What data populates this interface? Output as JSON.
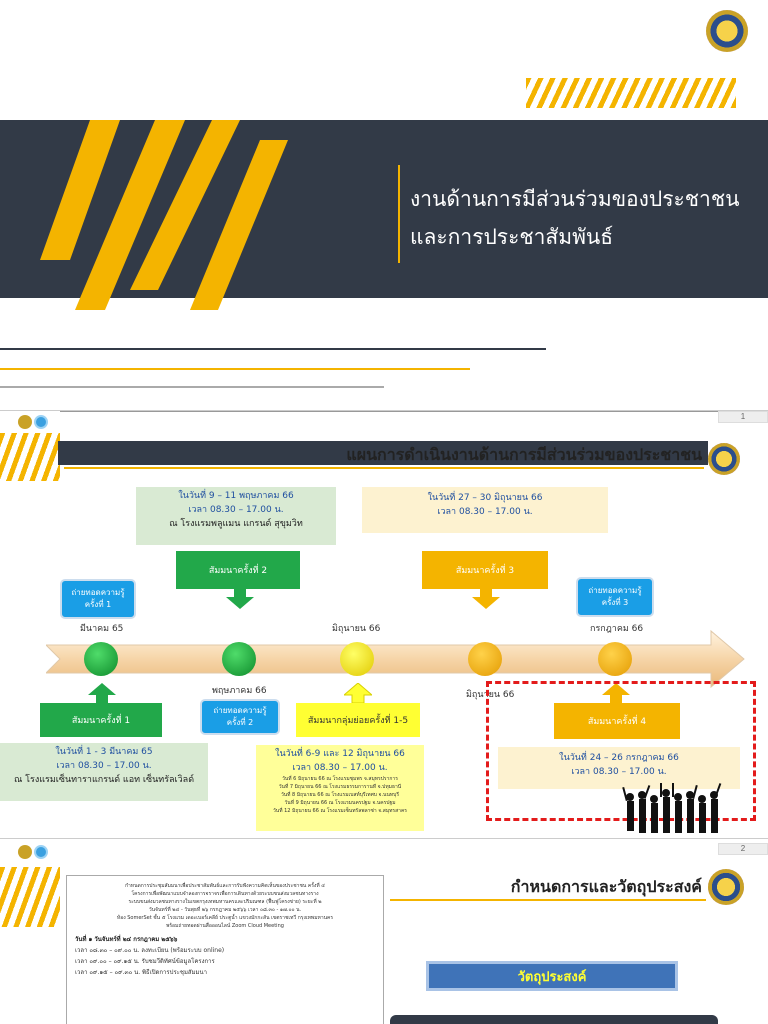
{
  "slide1": {
    "title_line1": "งานด้านการมีส่วนร่วมของประชาชน",
    "title_line2": "และการประชาสัมพันธ์",
    "colors": {
      "band": "#323a47",
      "accent": "#f4b400"
    }
  },
  "slide2": {
    "page_number": "1",
    "title": "แผนการดำเนินงานด้านการมีส่วนร่วมของประชาชน",
    "months": {
      "mar": "มีนาคม 65",
      "may": "พฤษภาคม 66",
      "jun_top": "มิถุนายน 66",
      "jun_bottom": "มิถุนายน 66",
      "jul": "กรกฎาคม 66"
    },
    "events": {
      "workshop1_label": "สัมมนาครั้งที่ 1",
      "workshop1_date": "ในวันที่ 1 - 3 มีนาคม 65",
      "workshop1_time": "เวลา 08.30 – 17.00 น.",
      "workshop1_place": "ณ โรงแรมเซ็นทาราแกรนด์ แอท เซ็นทรัลเวิลด์",
      "workshop2_label": "สัมมนาครั้งที่ 2",
      "workshop2_date": "ในวันที่ 9 – 11 พฤษภาคม 66",
      "workshop2_time": "เวลา 08.30 – 17.00 น.",
      "workshop2_place": "ณ โรงแรมพลูแมน แกรนด์ สุขุมวิท",
      "workshop3_label": "สัมมนาครั้งที่ 3",
      "workshop3_date": "ในวันที่ 27 – 30 มิถุนายน 66",
      "workshop3_time": "เวลา 08.30 – 17.00 น.",
      "workshop4_label": "สัมมนาครั้งที่ 4",
      "workshop4_date": "ในวันที่ 24 – 26 กรกฎาคม 66",
      "workshop4_time": "เวลา 08.30 – 17.00 น.",
      "subgroup_label": "สัมมนากลุ่มย่อยครั้งที่ 1-5",
      "subgroup_date": "ในวันที่ 6-9 และ 12 มิถุนายน 66",
      "subgroup_time": "เวลา 08.30 – 17.00 น.",
      "subgroup_details": [
        "วันที่ 6 มิถุนายน 66 ณ โรงแรมชุมพร จ.สมุทรปราการ",
        "วันที่ 7 มิถุนายน 66 ณ โรงแรมธรรมการานที จ.ปทุมธานี",
        "วันที่ 8 มิถุนายน 66 ณ โรงแรมเบสท์บุรีเทศบ จ.นนทบุรี",
        "วันที่ 9 มิถุนายน 66 ณ โรงแรมนครปฐม จ.นครปฐม",
        "วันที่ 12 มิถุนายน 66 ณ โรงแรมเซ็นทรัลพลาซ่า จ.สมุทรสาคร"
      ],
      "transfer1_line1": "ถ่ายทอดความรู้",
      "transfer1_line2": "ครั้งที่ 1",
      "transfer2_line1": "ถ่ายทอดความรู้",
      "transfer2_line2": "ครั้งที่ 2",
      "transfer3_line1": "ถ่ายทอดความรู้",
      "transfer3_line2": "ครั้งที่ 3"
    }
  },
  "slide3": {
    "page_number": "2",
    "title": "กำหนดการและวัตถุประสงค์",
    "objective_label": "วัตถุประสงค์",
    "doc_header": [
      "กำหนดการประชุมสัมมนาเพื่อประชาสัมพันธ์และการรับฟังความคิดเห็นของประชาชน ครั้งที่ ๔",
      "โครงการเพื่อพัฒนาแบบจำลองการจราจรเพื่อการเดินทางด้วยระบบขนส่งมวลชนทางราง",
      "ระบบขนส่งมวลชนทางรางในเขตกรุงเทพมหานครและปริมณฑล (ฟื้นฟูโครงข่าย) ระยะที่ ๒",
      "วันจันทร์ที่ ๒๔ - วันพุธที่ ๒๖ กรกฎาคม ๒๕๖๖ เวลา ๐๘.๓๐ - ๑๗.๐๐ น.",
      "ห้อง SomerSet ชั้น ๕ โรงแรม เดอะเบอร์เคลีย์ ประตูน้ำ แขวงมักกะสัน เขตราชเทวี กรุงเทพมหานคร",
      "พร้อมถ่ายทอดผ่านสื่อออนไลน์ Zoom Cloud Meeting"
    ],
    "doc_day": "วันที่ ๑ วันจันทร์ที่ ๒๔ กรกฎาคม ๒๕๖๖",
    "doc_rows": [
      "เวลา ๐๘.๓๐ – ๐๙.๐๐ น.    ลงทะเบียน (พร้อมระบบ online)",
      "เวลา ๐๙.๐๐ – ๐๙.๑๕ น.    รับชมวีดิทัศน์ข้อมูลโครงการ",
      "เวลา ๐๙.๑๕ – ๐๙.๓๐ น.    พิธีเปิดการประชุมสัมมนา"
    ]
  }
}
